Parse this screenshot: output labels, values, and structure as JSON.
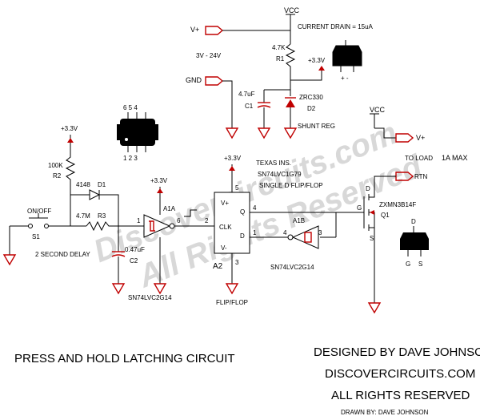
{
  "watermark": {
    "line1": "Discovercircuits.com",
    "line2": "All Rights Reserved"
  },
  "power": {
    "vcc_top": "VCC",
    "vcc_right": "VCC",
    "vplus_in": "V+",
    "gnd": "GND",
    "range": "3V - 24V",
    "current_drain": "CURRENT DRAIN = 15uA",
    "v33_reg": "+3.3V",
    "v33_r2": "+3.3V",
    "v33_a1": "+3.3V",
    "v33_a2": "+3.3V",
    "shunt_reg": "SHUNT REG",
    "vplus_out": "V+",
    "to_load": "TO LOAD",
    "load_current": "1A MAX",
    "rtn": "RTN"
  },
  "components": {
    "r1_value": "4.7K",
    "r1_name": "R1",
    "r2_value": "100K",
    "r2_name": "R2",
    "r3_value": "4.7M",
    "r3_name": "R3",
    "c1_value": "4.7uF",
    "c1_name": "C1",
    "c2_value": "0.47uF",
    "c2_name": "C2",
    "d1_part": "4148",
    "d1_name": "D1",
    "d2_part": "ZRC330",
    "d2_name": "D2",
    "s1_label": "ON/OFF",
    "s1_name": "S1",
    "delay_note": "2 SECOND DELAY",
    "a1a_name": "A1A",
    "a1b_name": "A1B",
    "a1_part": "SN74LVC2G14",
    "a1b_part": "SN74LVC2G14",
    "a2_name": "A2",
    "a2_mfr": "TEXAS INS.",
    "a2_part": "SN74LVC1G79",
    "a2_desc": "SINGLE D FLIP/FLOP",
    "a2_caption": "FLIP/FLOP",
    "a2_vplus": "V+",
    "a2_vminus": "V-",
    "a2_clk": "CLK",
    "a2_q": "Q",
    "a2_d": "D",
    "q1_part": "ZXMN3B14F",
    "q1_name": "Q1",
    "q1_g": "G",
    "q1_d": "D",
    "q1_s": "S"
  },
  "pins": {
    "a1a_in": "1",
    "a1a_out": "6",
    "a2_clk": "2",
    "a2_vcc": "5",
    "a2_q": "4",
    "a2_d": "1",
    "a2_gnd": "3",
    "a1b_in": "4",
    "a1b_out": "3"
  },
  "packages": {
    "ic_top_pins": "6  5  4",
    "ic_bottom_pins": "1  2  3",
    "zrc_polarity": "+   -",
    "sot_g": "G",
    "sot_s": "S",
    "sot_d": "D"
  },
  "footer": {
    "title": "PRESS AND HOLD LATCHING CIRCUIT",
    "designer": "DESIGNED BY DAVE JOHNSON",
    "site": "DISCOVERCIRCUITS.COM",
    "rights": "ALL RIGHTS RESERVED",
    "drawn_by": "DRAWN BY: DAVE JOHNSON"
  },
  "colors": {
    "wire": "#000000",
    "accent": "#c00000",
    "watermark": "#d8d8d8"
  }
}
